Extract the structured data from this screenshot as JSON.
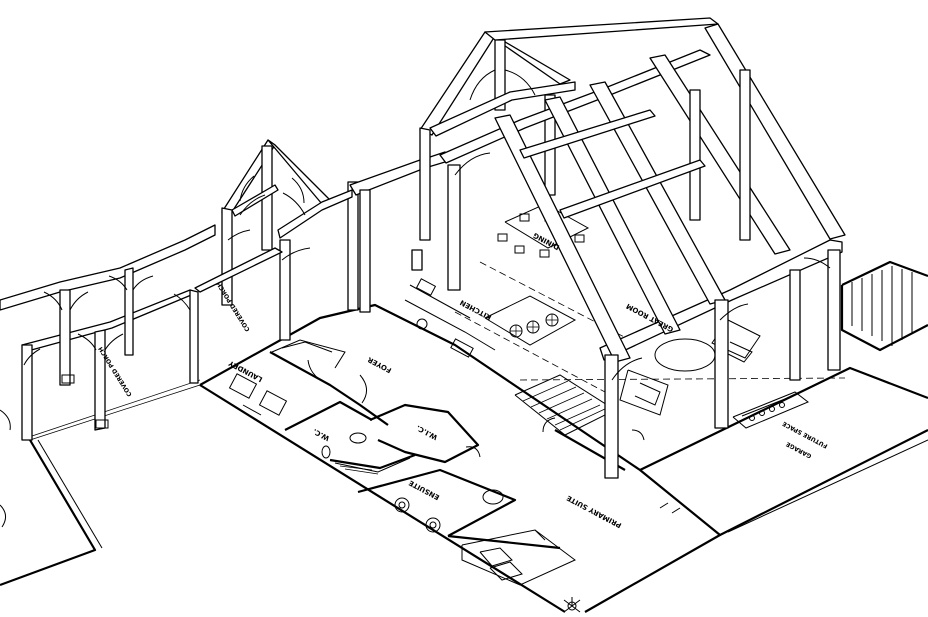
{
  "rooms": {
    "laundry": "LAUNDRY",
    "foyer": "FOYER",
    "wc": "W.C.",
    "wic": "W.I.C.",
    "ensuite": "ENSUITE",
    "primary_suite": "PRIMARY SUITE",
    "kitchen": "KITCHEN",
    "dining": "DINING",
    "great_room": "GREAT ROOM",
    "future_space": "FUTURE SPACE",
    "garage": "GARAGE",
    "covered_porch_left": "COVERED PORCH",
    "covered_porch_mid": "COVERED PORCH"
  }
}
